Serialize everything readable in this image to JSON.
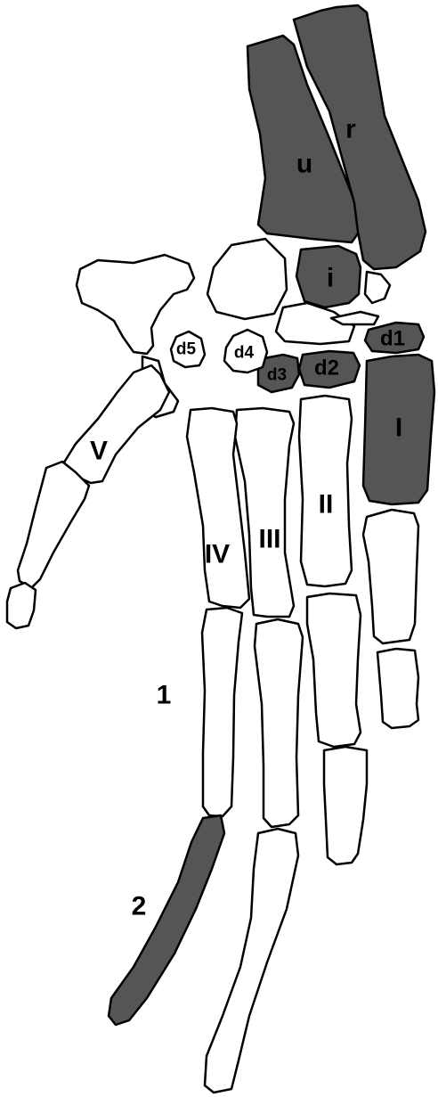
{
  "colors": {
    "shaded_bone": "#555555",
    "plain_bone": "#ffffff",
    "outline": "#000000",
    "background": "#ffffff"
  },
  "labels": {
    "ulna": "u",
    "radius": "r",
    "intermedium": "i",
    "distal_carpal_1": "d1",
    "distal_carpal_2": "d2",
    "distal_carpal_3": "d3",
    "distal_carpal_4": "d4",
    "distal_carpal_5": "d5",
    "metacarpal_1": "I",
    "metacarpal_2": "II",
    "metacarpal_3": "III",
    "metacarpal_4": "IV",
    "metacarpal_5": "V",
    "phalanx_1": "1",
    "phalanx_2": "2"
  }
}
